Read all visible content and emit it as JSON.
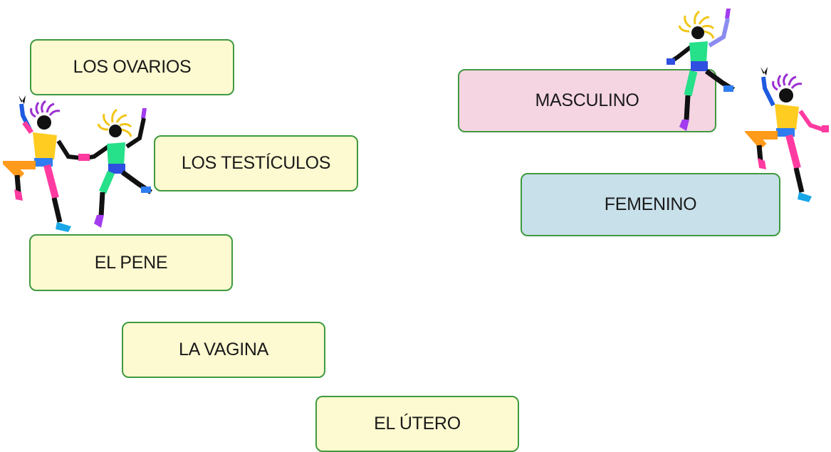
{
  "terms": [
    {
      "label": "LOS OVARIOS"
    },
    {
      "label": "LOS TESTÍCULOS"
    },
    {
      "label": "EL PENE"
    },
    {
      "label": "LA VAGINA"
    },
    {
      "label": "EL ÚTERO"
    }
  ],
  "targets": [
    {
      "label": "MASCULINO",
      "color": "#f6d5e3"
    },
    {
      "label": "FEMENINO",
      "color": "#c8e0ea"
    }
  ],
  "colors": {
    "term_fill": "#fdf9d0",
    "card_border": "#3f9a3f"
  },
  "decorations": {
    "dancers": [
      "dancer-icon",
      "dancer-icon",
      "dancer-icon",
      "dancer-icon"
    ]
  }
}
